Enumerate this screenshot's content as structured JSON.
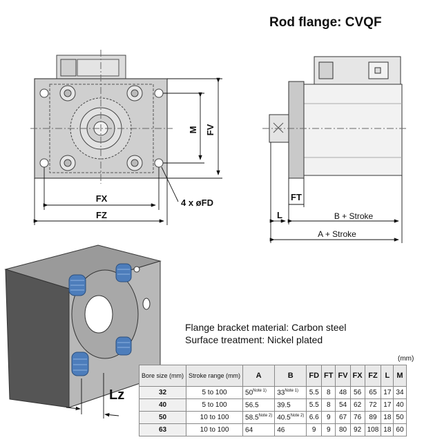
{
  "title": "Rod flange: CVQF",
  "labels": {
    "m": "M",
    "fv": "FV",
    "fx": "FX",
    "fz": "FZ",
    "fd": "4 x øFD",
    "ft": "FT",
    "l": "L",
    "b_stroke": "B + Stroke",
    "a_stroke": "A + Stroke",
    "lz": "Lz"
  },
  "info": {
    "material": "Flange bracket material: Carbon steel",
    "treatment": "Surface treatment: Nickel plated"
  },
  "unit": "(mm)",
  "table": {
    "headers": [
      "Bore size (mm)",
      "Stroke range (mm)",
      "A",
      "B",
      "FD",
      "FT",
      "FV",
      "FX",
      "FZ",
      "L",
      "M"
    ],
    "rows": [
      {
        "bore": "32",
        "stroke": "5 to 100",
        "a": "50",
        "a_note": "Note 1)",
        "b": "33",
        "b_note": "Note 1)",
        "fd": "5.5",
        "ft": "8",
        "fv": "48",
        "fx": "56",
        "fz": "65",
        "l": "17",
        "m": "34"
      },
      {
        "bore": "40",
        "stroke": "5 to 100",
        "a": "56.5",
        "a_note": "",
        "b": "39.5",
        "b_note": "",
        "fd": "5.5",
        "ft": "8",
        "fv": "54",
        "fx": "62",
        "fz": "72",
        "l": "17",
        "m": "40"
      },
      {
        "bore": "50",
        "stroke": "10 to 100",
        "a": "58.5",
        "a_note": "Note 2)",
        "b": "40.5",
        "b_note": "Note 2)",
        "fd": "6.6",
        "ft": "9",
        "fv": "67",
        "fx": "76",
        "fz": "89",
        "l": "18",
        "m": "50"
      },
      {
        "bore": "63",
        "stroke": "10 to 100",
        "a": "64",
        "a_note": "",
        "b": "46",
        "b_note": "",
        "fd": "9",
        "ft": "9",
        "fv": "80",
        "fx": "92",
        "fz": "108",
        "l": "18",
        "m": "60"
      }
    ]
  }
}
